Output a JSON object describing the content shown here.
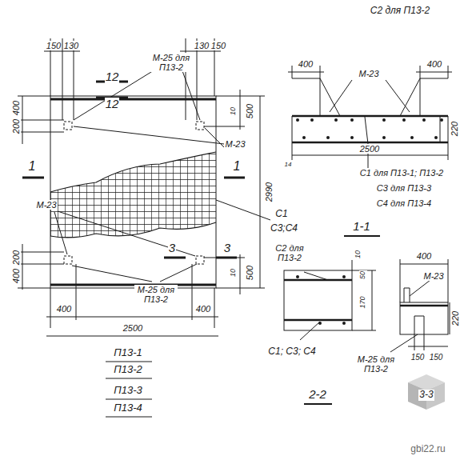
{
  "diagram": {
    "labels": [
      "150",
      "130",
      "М-25 для П13-2",
      "130",
      "150",
      "12",
      "12",
      "400",
      "200",
      "10",
      "500",
      "М-23",
      "1",
      "1",
      "2990",
      "С1",
      "С3;С4",
      "М-23",
      "3",
      "3",
      "200",
      "400",
      "500",
      "10",
      "М-25 для П13-2",
      "400",
      "400",
      "2500",
      "П13-1",
      "П13-2",
      "П13-3",
      "П13-4",
      "С2 для П13-2",
      "400",
      "М-23",
      "400",
      "220",
      "2500",
      "С1 для П13-1; П13-2",
      "С3 для П13-3",
      "С4 для П13-4",
      "1-1",
      "14",
      "С2 для П13-2",
      "10",
      "50",
      "170",
      "С1; С3; С4",
      "2-2",
      "400",
      "М-23",
      "220",
      "150",
      "150",
      "М-25 для П13-2",
      "3-3",
      "gbi22.ru"
    ]
  }
}
